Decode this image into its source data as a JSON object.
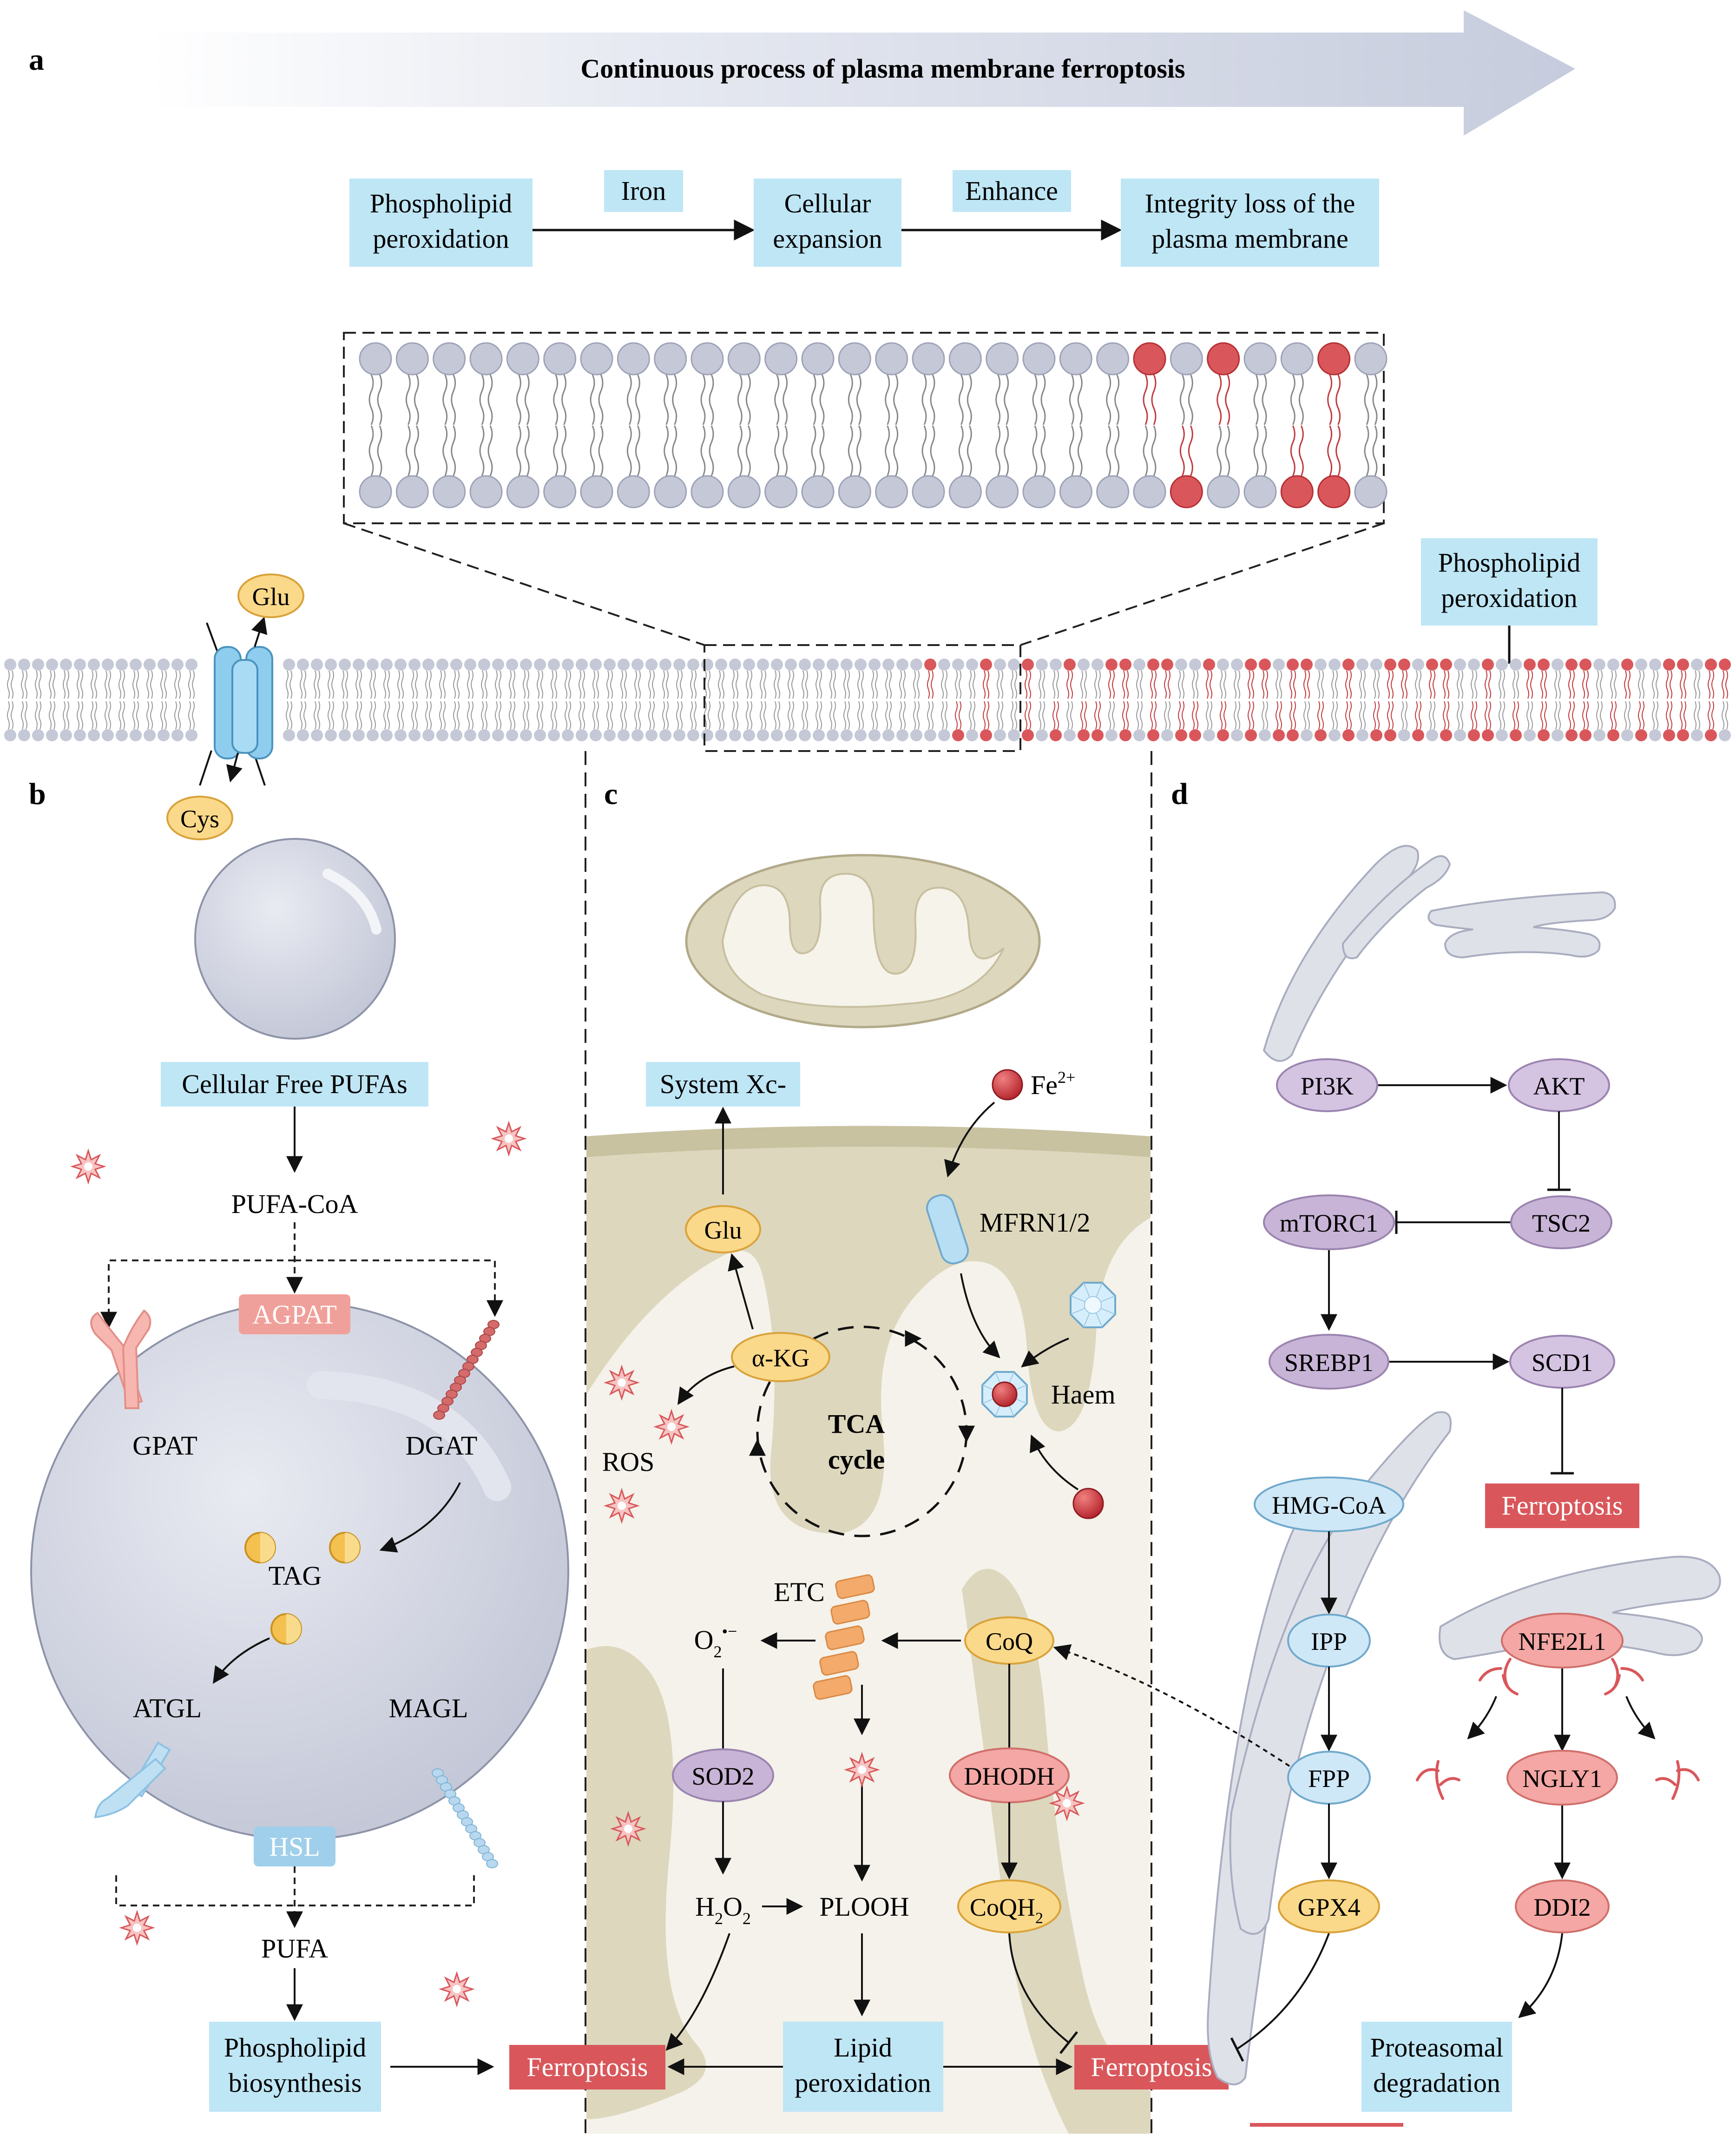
{
  "panels": {
    "a": "a",
    "b": "b",
    "c": "c",
    "d": "d"
  },
  "panel_a": {
    "banner": "Continuous process of plasma membrane ferroptosis",
    "flow": {
      "box1": [
        "Phospholipid",
        "peroxidation"
      ],
      "arrow1": "Iron",
      "box2": [
        "Cellular",
        "expansion"
      ],
      "arrow2": "Enhance",
      "box3": [
        "Integrity loss of the",
        "plasma membrane"
      ]
    },
    "membrane_callout": [
      "Phospholipid",
      "peroxidation"
    ],
    "transporter": {
      "out": "Glu",
      "in": "Cys"
    }
  },
  "panel_b": {
    "free_pufas": "Cellular Free PUFAs",
    "pufa_coa": "PUFA-CoA",
    "agpat": "AGPAT",
    "gpat": "GPAT",
    "dgat": "DGAT",
    "tag": "TAG",
    "atgl": "ATGL",
    "magl": "MAGL",
    "hsl": "HSL",
    "pufa": "PUFA",
    "pl_biosynthesis": [
      "Phospholipid",
      "biosynthesis"
    ]
  },
  "panel_c": {
    "system_xc": "System Xc-",
    "fe": "Fe",
    "fe_charge": "2+",
    "mfrn": "MFRN1/2",
    "glu": "Glu",
    "akg": "α-KG",
    "tca": [
      "TCA",
      "cycle"
    ],
    "haem": "Haem",
    "ros": "ROS",
    "etc": "ETC",
    "o2": "O",
    "o2_sub": "2",
    "o2_sup": "•−",
    "coq": "CoQ",
    "sod2": "SOD2",
    "dhodh": "DHODH",
    "h2o2": [
      "H",
      "2",
      "O",
      "2"
    ],
    "plooh": "PLOOH",
    "coqh2": [
      "CoQH",
      "2"
    ],
    "lipid_perox": [
      "Lipid",
      "peroxidation"
    ],
    "ferroptosis_left": "Ferroptosis",
    "ferroptosis_right": "Ferroptosis"
  },
  "panel_d": {
    "pi3k": "PI3K",
    "akt": "AKT",
    "mtorc1": "mTORC1",
    "tsc2": "TSC2",
    "srebp1": "SREBP1",
    "scd1": "SCD1",
    "ferroptosis": "Ferroptosis",
    "hmgcoa": "HMG-CoA",
    "ipp": "IPP",
    "fpp": "FPP",
    "gpx4": "GPX4",
    "nfe2l1": "NFE2L1",
    "ngly1": "NGLY1",
    "ddi2": "DDI2",
    "proteasomal": [
      "Proteasomal",
      "degradation"
    ]
  },
  "colors": {
    "label_box": "#bfe6f5",
    "ferroptosis_box": "#d9575b",
    "agpat_box": "#f0a09a",
    "hsl_box": "#9fcfea",
    "head_gray": "#c5c8d6",
    "head_red": "#d9575b",
    "purple_node": "#c8b4d6",
    "yellow_node": "#fbd98a",
    "blue_node": "#cfe8f7",
    "pink_node": "#f4a7a4"
  }
}
